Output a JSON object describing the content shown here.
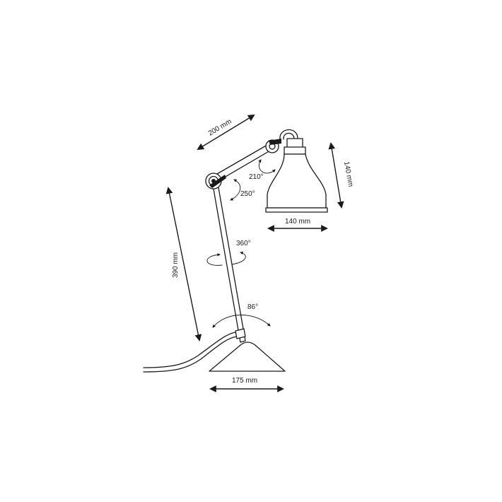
{
  "dimensions": {
    "arm_length": "200 mm",
    "shade_height": "140 mm",
    "shade_width": "140 mm",
    "column_length": "390 mm",
    "base_width": "175 mm"
  },
  "angles": {
    "shade_rotation": "210°",
    "elbow_rotation": "250°",
    "column_swivel": "360°",
    "base_tilt": "86°"
  },
  "colors": {
    "line": "#1a1a1a",
    "background": "#ffffff"
  }
}
